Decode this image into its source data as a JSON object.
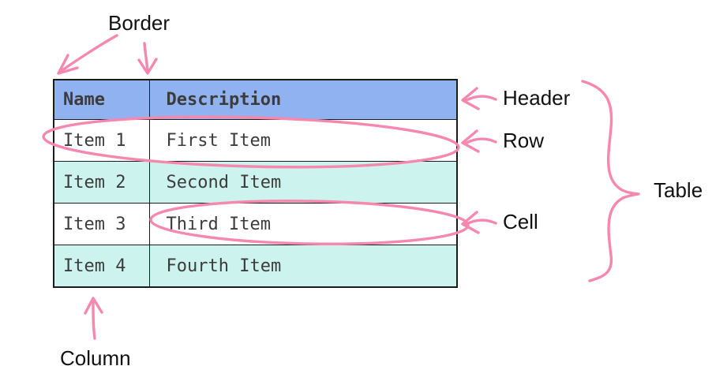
{
  "annotations": {
    "border_label": "Border",
    "header_label": "Header",
    "row_label": "Row",
    "cell_label": "Cell",
    "table_label": "Table",
    "column_label": "Column"
  },
  "table": {
    "headers": [
      "Name",
      "Description"
    ],
    "rows": [
      {
        "name": "Item 1",
        "description": "First Item"
      },
      {
        "name": "Item 2",
        "description": "Second Item"
      },
      {
        "name": "Item 3",
        "description": "Third Item"
      },
      {
        "name": "Item 4",
        "description": "Fourth Item"
      }
    ]
  },
  "colors": {
    "page_bg": "#ffffff",
    "header_bg": "#91b2f0",
    "stripe_bg": "#ccf3ed",
    "row_bg": "#ffffff",
    "annotation": "#f687ad",
    "table_border": "#1b1b1b",
    "table_text": "#3c3c3c",
    "label_text": "#111111"
  }
}
